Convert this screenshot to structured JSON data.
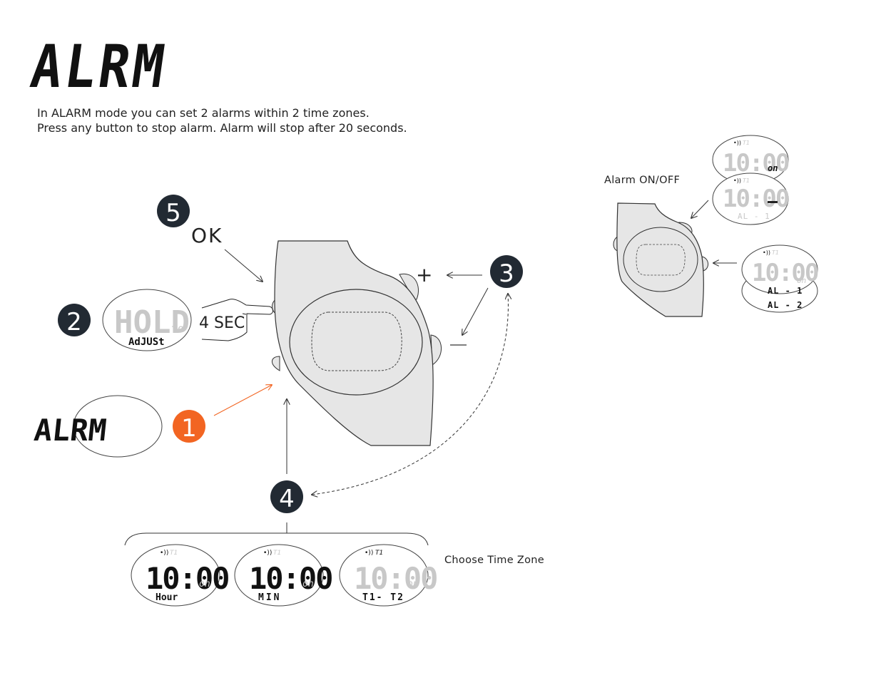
{
  "title": "ALRM",
  "intro": {
    "line1": "In ALARM mode you can set 2 alarms within 2 time zones.",
    "line2": "Press any button to stop alarm. Alarm will stop after 20 seconds."
  },
  "steps": {
    "s1": "1",
    "s2": "2",
    "s3": "3",
    "s4": "4",
    "s5": "5"
  },
  "ok_label": "OK",
  "plus_label": "+",
  "minus_label": "—",
  "hold_seconds": "4 SEC",
  "displays": {
    "alrm": "ALRM",
    "hold": {
      "main": "HOLD",
      "suffix": "to",
      "sub": "AdJUSt"
    },
    "hour": {
      "zone": "T1",
      "time": "10:00",
      "state": "on",
      "sub": "Hour"
    },
    "min": {
      "zone": "T1",
      "time": "10:00",
      "state": "on",
      "sub": "MIN"
    },
    "tz": {
      "zone": "T1",
      "time": "10:00",
      "state": "on",
      "sub": "T1- T2"
    },
    "onoff_a": {
      "zone": "T1",
      "time": "10:00",
      "state": "on"
    },
    "onoff_b": {
      "zone": "T1",
      "time": "10:00",
      "sub": "AL - 1"
    },
    "right_a": {
      "zone": "T1",
      "time": "10:00",
      "state": "on",
      "sub": "AL - 1"
    },
    "right_b": {
      "sub": "AL - 2"
    }
  },
  "choose_time_zone": "Choose Time Zone",
  "alarm_onoff": "Alarm ON/OFF",
  "colors": {
    "accent": "#f26522",
    "badge": "#222a33",
    "watch_fill": "#e6e6e6",
    "lcd_dim": "#c8c8c8"
  }
}
